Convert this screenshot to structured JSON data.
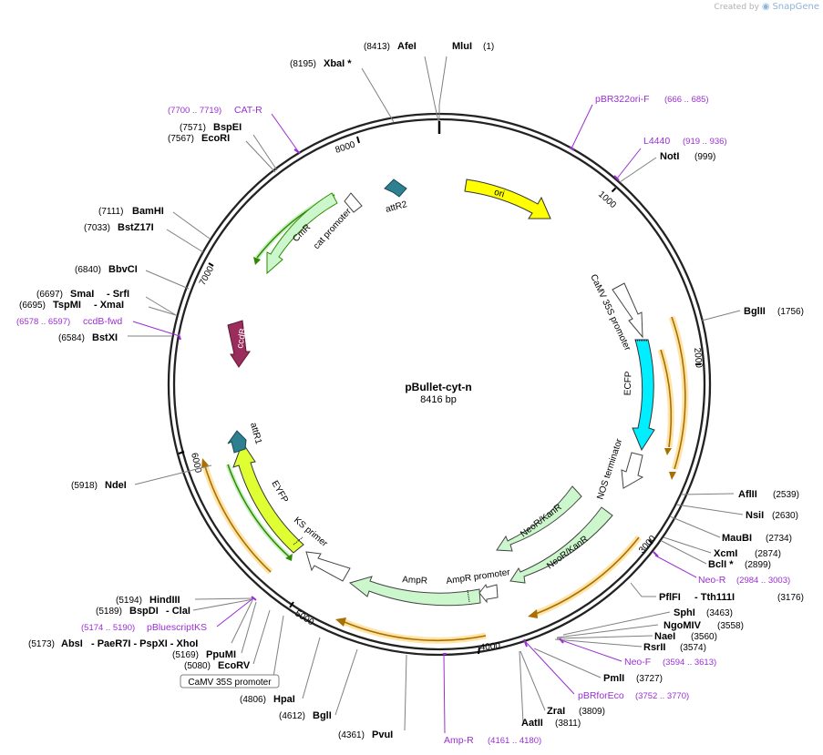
{
  "credit": {
    "prefix": "Created by",
    "brand": "SnapGene"
  },
  "plasmid": {
    "name": "pBullet-cyt-n",
    "length_label": "8416 bp",
    "length": 8416
  },
  "ticks": [
    {
      "pos": 1000,
      "label": "1000"
    },
    {
      "pos": 2000,
      "label": "2000"
    },
    {
      "pos": 3000,
      "label": "3000"
    },
    {
      "pos": 4000,
      "label": "4000"
    },
    {
      "pos": 5000,
      "label": "5000"
    },
    {
      "pos": 6000,
      "label": "6000"
    },
    {
      "pos": 7000,
      "label": "7000"
    },
    {
      "pos": 8000,
      "label": "8000"
    }
  ],
  "sites": [
    {
      "name": "MluI",
      "pos_label": "(1)"
    },
    {
      "name": "AfeI",
      "pos_label": "(8413)"
    },
    {
      "name": "XbaI *",
      "pos_label": "(8195)"
    },
    {
      "name": "BspEI",
      "pos_label": "(7571)"
    },
    {
      "name": "EcoRI",
      "pos_label": "(7567)"
    },
    {
      "name": "BamHI",
      "pos_label": "(7111)"
    },
    {
      "name": "BstZ17I",
      "pos_label": "(7033)"
    },
    {
      "name": "BbvCI",
      "pos_label": "(6840)"
    },
    {
      "name": "SmaI",
      "extra": "- SrfI",
      "pos_label": "(6697)"
    },
    {
      "name": "TspMI",
      "extra": "- XmaI",
      "pos_label": "(6695)"
    },
    {
      "name": "BstXI",
      "pos_label": "(6584)"
    },
    {
      "name": "NdeI",
      "pos_label": "(5918)"
    },
    {
      "name": "HindIII",
      "pos_label": "(5194)"
    },
    {
      "name": "BspDI",
      "extra": "- ClaI",
      "pos_label": "(5189)"
    },
    {
      "name": "AbsI",
      "extra": "- PaeR7I  - PspXI  - XhoI",
      "pos_label": "(5173)"
    },
    {
      "name": "PpuMI",
      "pos_label": "(5169)"
    },
    {
      "name": "EcoRV",
      "pos_label": "(5080)"
    },
    {
      "name": "HpaI",
      "pos_label": "(4806)"
    },
    {
      "name": "BglI",
      "pos_label": "(4612)"
    },
    {
      "name": "PvuI",
      "pos_label": "(4361)"
    },
    {
      "name": "NotI",
      "pos_label": "(999)"
    },
    {
      "name": "BglII",
      "pos_label": "(1756)"
    },
    {
      "name": "AflII",
      "pos_label": "(2539)"
    },
    {
      "name": "NsiI",
      "pos_label": "(2630)"
    },
    {
      "name": "MauBI",
      "pos_label": "(2734)"
    },
    {
      "name": "XcmI",
      "pos_label": "(2874)"
    },
    {
      "name": "BclI *",
      "pos_label": "(2899)"
    },
    {
      "name": "PflFI",
      "extra": "- Tth111I",
      "pos_label": "(3176)"
    },
    {
      "name": "SphI",
      "pos_label": "(3463)"
    },
    {
      "name": "NgoMIV",
      "pos_label": "(3558)"
    },
    {
      "name": "NaeI",
      "pos_label": "(3560)"
    },
    {
      "name": "RsrII",
      "pos_label": "(3574)"
    },
    {
      "name": "PmlI",
      "pos_label": "(3727)"
    },
    {
      "name": "ZraI",
      "pos_label": "(3809)"
    },
    {
      "name": "AatII",
      "pos_label": "(3811)"
    }
  ],
  "primers": [
    {
      "name": "CAT-R",
      "range": "(7700 .. 7719)"
    },
    {
      "name": "ccdB-fwd",
      "range": "(6578 .. 6597)"
    },
    {
      "name": "pBluescriptKS",
      "range": "(5174 .. 5190)"
    },
    {
      "name": "Amp-R",
      "range": "(4161 .. 4180)"
    },
    {
      "name": "pBRforEco",
      "range": "(3752 .. 3770)"
    },
    {
      "name": "Neo-F",
      "range": "(3594 .. 3613)"
    },
    {
      "name": "Neo-R",
      "range": "(2984 .. 3003)"
    },
    {
      "name": "pBR322ori-F",
      "range": "(666 .. 685)"
    },
    {
      "name": "L4440",
      "range": "(919 .. 936)"
    }
  ],
  "features": [
    {
      "name": "ori",
      "color": "#ffff00"
    },
    {
      "name": "CaMV 35S promoter",
      "color": "#ffffff"
    },
    {
      "name": "ECFP",
      "color": "#00eeff"
    },
    {
      "name": "NOS terminator",
      "color": "#ffffff"
    },
    {
      "name": "NeoR/KanR",
      "color": "#ccf7cc"
    },
    {
      "name": "NeoR/KanR",
      "color": "#ccf7cc"
    },
    {
      "name": "AmpR",
      "color": "#ccf7cc"
    },
    {
      "name": "AmpR promoter",
      "color": "#ffffff"
    },
    {
      "name": "KS primer",
      "color": "#ffffff"
    },
    {
      "name": "EYFP",
      "color": "#e0ff33"
    },
    {
      "name": "attR1",
      "color": "#2e7f8f"
    },
    {
      "name": "ccdB",
      "color": "#9b2d5c"
    },
    {
      "name": "CmR",
      "color": "#ccf7cc"
    },
    {
      "name": "cat promoter",
      "color": "#ffffff"
    },
    {
      "name": "attR2",
      "color": "#2e7f8f"
    }
  ],
  "boxed_label": {
    "name": "CaMV 35S promoter"
  }
}
